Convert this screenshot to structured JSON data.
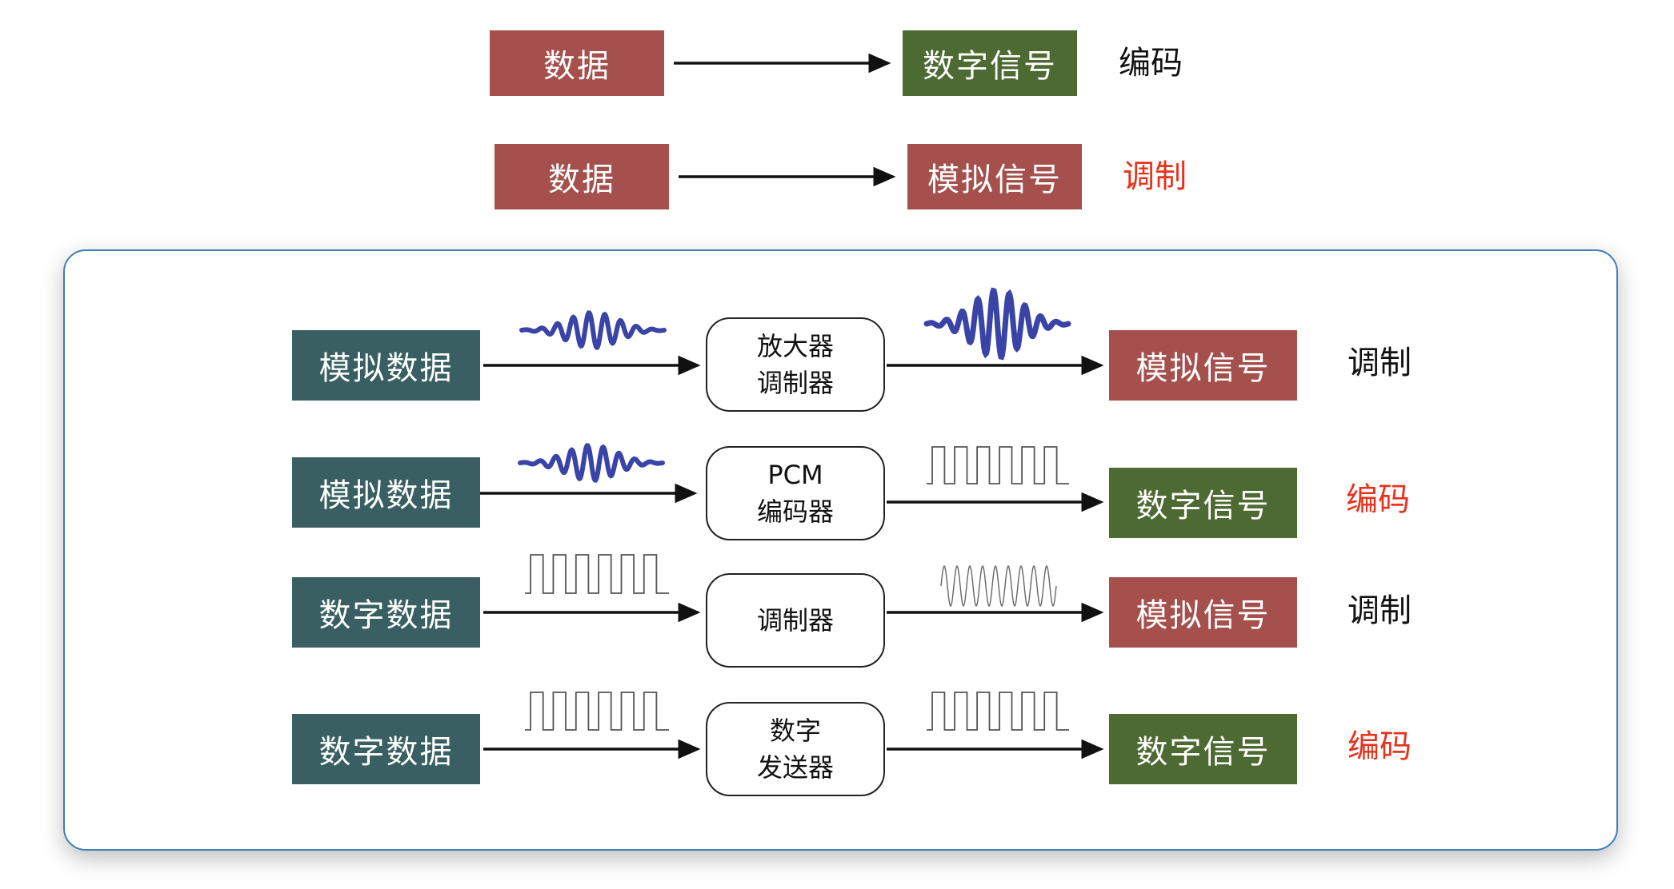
{
  "top": {
    "row1": {
      "from": "数据",
      "to": "数字信号",
      "label": "编码",
      "label_color": "#111111"
    },
    "row2": {
      "from": "数据",
      "to": "模拟信号",
      "label": "调制",
      "label_color": "#e8321c"
    }
  },
  "rows": [
    {
      "source": "模拟数据",
      "device_line1": "放大器",
      "device_line2": "调制器",
      "target": "模拟信号",
      "result": "调制",
      "result_color": "#111111"
    },
    {
      "source": "模拟数据",
      "device_line1": "PCM",
      "device_line2": "编码器",
      "target": "数字信号",
      "result": "编码",
      "result_color": "#e8321c"
    },
    {
      "source": "数字数据",
      "device_line1": "调制器",
      "device_line2": "",
      "target": "模拟信号",
      "result": "调制",
      "result_color": "#111111"
    },
    {
      "source": "数字数据",
      "device_line1": "数字",
      "device_line2": "发送器",
      "target": "数字信号",
      "result": "编码",
      "result_color": "#e8321c"
    }
  ],
  "colors": {
    "data_box": "#a5504c",
    "digital_signal_box": "#4c6a32",
    "analog_signal_box": "#a5504c",
    "source_box": "#395f63",
    "wave": "#3a44a6",
    "panel_border": "#3e7fb8"
  },
  "icons": [
    "analog-wave-icon",
    "square-wave-icon",
    "sine-wave-icon",
    "arrow-right-icon"
  ]
}
